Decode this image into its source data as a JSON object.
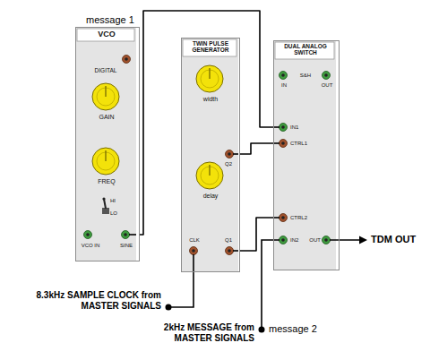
{
  "diagram": {
    "nodes": [
      {
        "text": [
          "VCO",
          "DIGITAL",
          "GAIN",
          "FREQ",
          "HI",
          "LO",
          "VCO IN",
          "SINE"
        ]
      },
      {
        "text": [
          "TWIN PULSE GENERATOR",
          "width",
          "delay",
          "Q2",
          "CLK",
          "Q1"
        ]
      },
      {
        "text": [
          "DUAL ANALOG SWITCH",
          "S&H",
          "IN",
          "OUT",
          "IN1",
          "CTRL1",
          "CTRL2",
          "IN2",
          "OUT"
        ]
      }
    ],
    "edges": [
      {
        "from": 0,
        "to": 2,
        "arrow": "none"
      },
      {
        "from": 1,
        "to": 2,
        "arrow": "none"
      },
      {
        "from": 1,
        "to": 2,
        "arrow": "none"
      }
    ],
    "labels": [
      "message 1",
      "8.3kHz SAMPLE CLOCK from MASTER SIGNALS",
      "2kHz MESSAGE from MASTER SIGNALS",
      "message 2",
      "TDM OUT"
    ]
  }
}
